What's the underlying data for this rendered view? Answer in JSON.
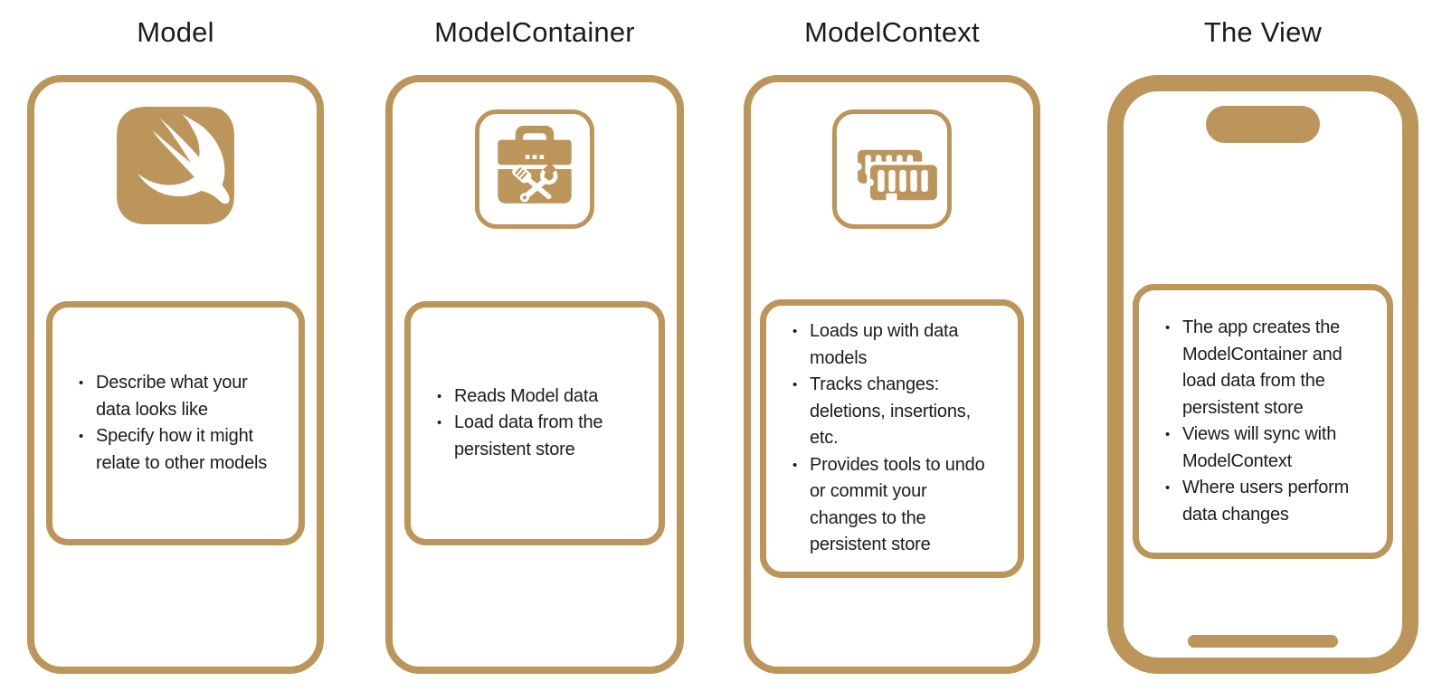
{
  "colors": {
    "accent": "#BC955A",
    "text": "#1C1C1E",
    "background": "#FFFFFF"
  },
  "columns": [
    {
      "title": "Model",
      "icon": "swift-logo-icon",
      "bullets": [
        "Describe what your data looks like",
        "Specify how it might relate to other models"
      ]
    },
    {
      "title": "ModelContainer",
      "icon": "toolbox-icon",
      "bullets": [
        "Reads Model data",
        "Load data from the persistent store"
      ]
    },
    {
      "title": "ModelContext",
      "icon": "memory-ram-icon",
      "bullets": [
        "Loads up with data models",
        "Tracks changes: deletions, insertions, etc.",
        "Provides tools to undo or commit your changes to the persistent store"
      ]
    },
    {
      "title": "The View",
      "icon": "iphone-frame-icon",
      "bullets": [
        "The app creates the ModelContainer and load data from the persistent store",
        "Views will sync with ModelContext",
        "Where users perform data changes"
      ]
    }
  ]
}
